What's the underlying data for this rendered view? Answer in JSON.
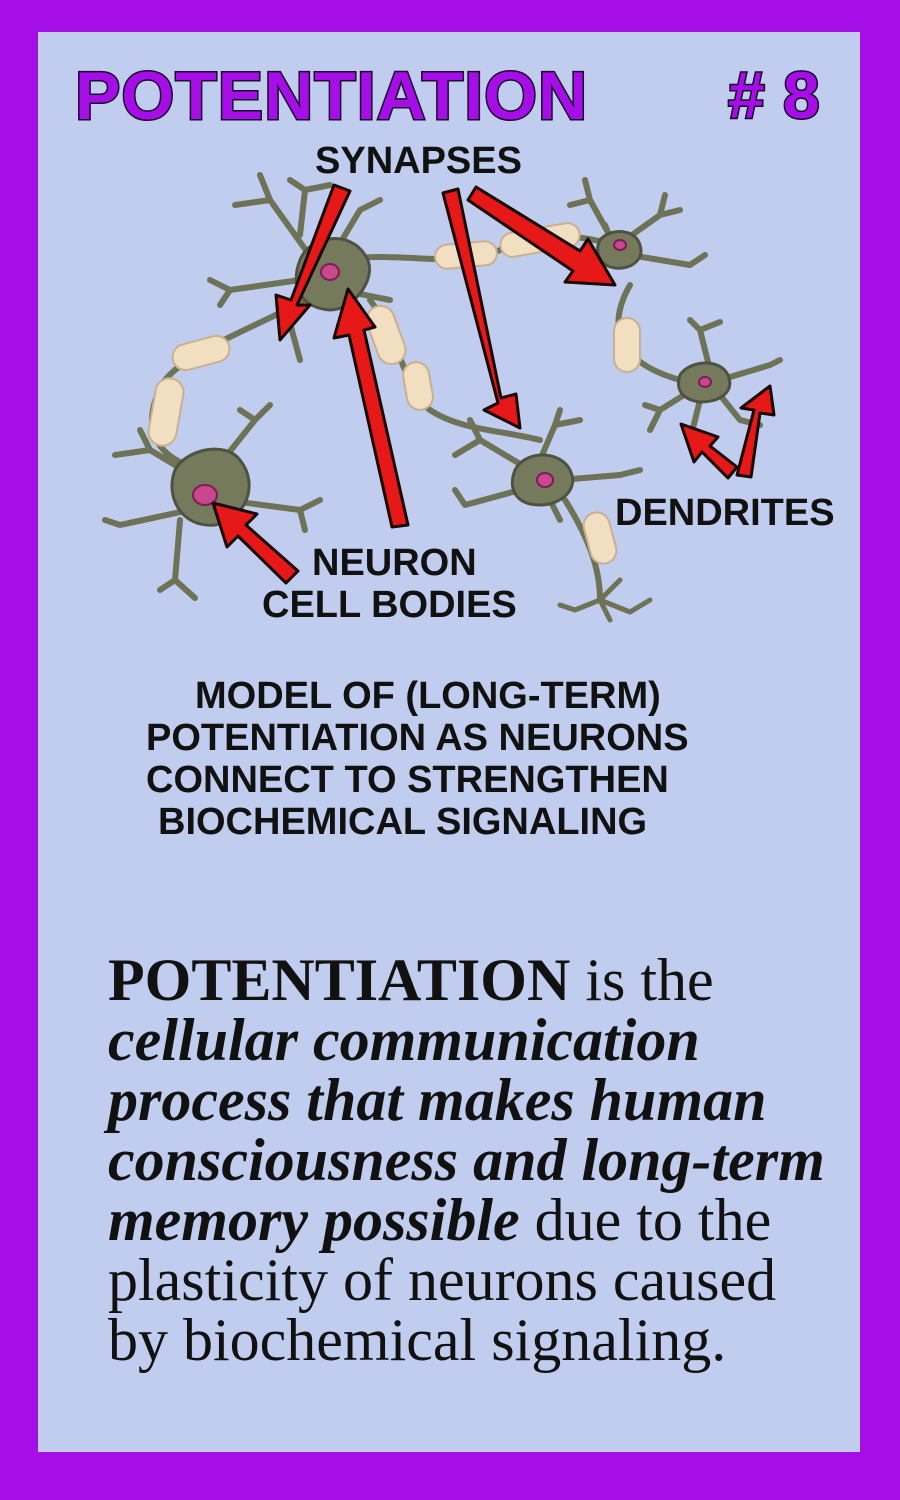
{
  "header": {
    "title": "POTENTIATION",
    "card_number": "# 8"
  },
  "labels": {
    "synapses": "SYNAPSES",
    "dendrites": "DENDRITES",
    "neuron": "NEURON",
    "cell_bodies": "CELL BODIES"
  },
  "caption": {
    "line1": "MODEL OF (LONG-TERM)",
    "line2": "POTENTIATION AS NEURONS",
    "line3": "CONNECT TO STRENGTHEN",
    "line4": "BIOCHEMICAL SIGNALING"
  },
  "definition": {
    "term": "POTENTIATION",
    "after_term": " is the",
    "line2": "cellular communication",
    "line3": "process that makes human",
    "line4": "consciousness and long-term",
    "line5_italic": "memory possible",
    "line5_rest": " due to the",
    "line6": "plasticity of neurons caused",
    "line7": "by biochemical signaling."
  },
  "colors": {
    "frame": "#a60ee8",
    "card": "#c0cdee",
    "arrow": "#e61818",
    "neuron": "#6e7256",
    "myelin": "#f2dfc2",
    "nucleus": "#c8488e"
  }
}
